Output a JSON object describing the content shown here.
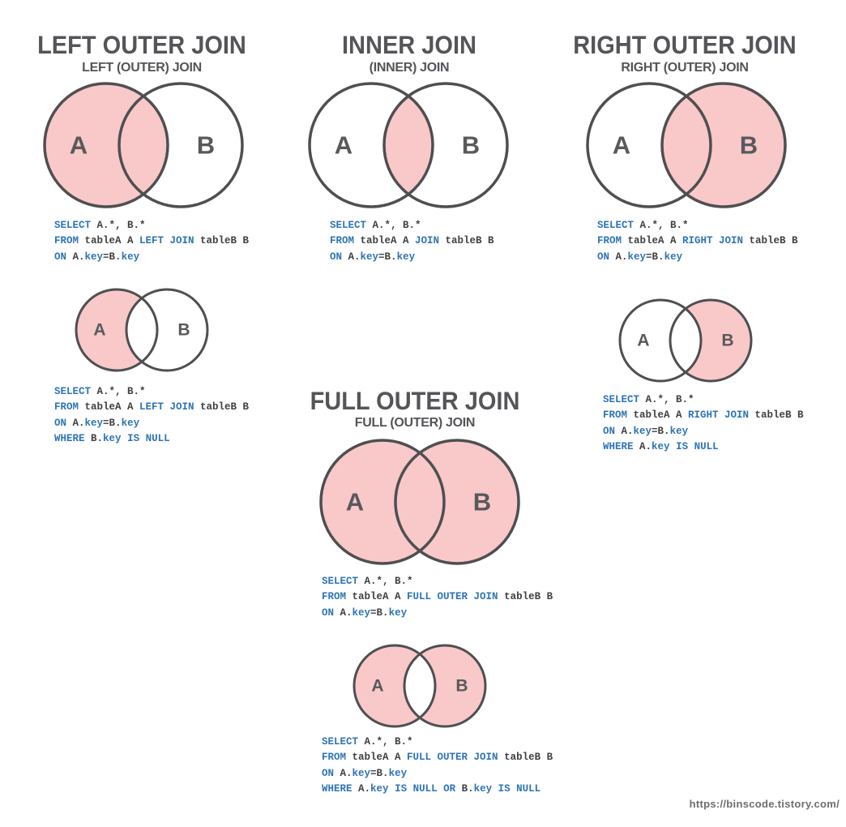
{
  "colors": {
    "pink": "#f9c8c9",
    "white": "#ffffff",
    "circle_stroke": "#4e4f51",
    "venn_label": "#58595b",
    "title": "#545559",
    "keyword_blue": "#2e74b5",
    "code_text": "#404040",
    "watermark": "#6d6e71"
  },
  "watermark": {
    "text": "https://binscode.tistory.com/"
  },
  "sections": [
    {
      "id": "left-outer-join",
      "title": "LEFT OUTER JOIN",
      "subtitle": "LEFT (OUTER) JOIN",
      "venn": {
        "size": "large",
        "shaded": "left",
        "label_a": "A",
        "label_b": "B"
      },
      "sql": [
        [
          {
            "t": "SELECT",
            "k": 1
          },
          {
            "t": " A.*, B.*",
            "k": 0
          }
        ],
        [
          {
            "t": "FROM",
            "k": 1
          },
          {
            "t": " tableA A ",
            "k": 0
          },
          {
            "t": "LEFT JOIN",
            "k": 1
          },
          {
            "t": " tableB B",
            "k": 0
          }
        ],
        [
          {
            "t": "ON",
            "k": 1
          },
          {
            "t": " A.",
            "k": 0
          },
          {
            "t": "key",
            "k": 1
          },
          {
            "t": "=B.",
            "k": 0
          },
          {
            "t": "key",
            "k": 1
          }
        ]
      ]
    },
    {
      "id": "inner-join",
      "title": "INNER JOIN",
      "subtitle": "(INNER) JOIN",
      "venn": {
        "size": "large",
        "shaded": "inner",
        "label_a": "A",
        "label_b": "B"
      },
      "sql": [
        [
          {
            "t": "SELECT",
            "k": 1
          },
          {
            "t": " A.*, B.*",
            "k": 0
          }
        ],
        [
          {
            "t": "FROM",
            "k": 1
          },
          {
            "t": " tableA A ",
            "k": 0
          },
          {
            "t": "JOIN",
            "k": 1
          },
          {
            "t": " tableB B",
            "k": 0
          }
        ],
        [
          {
            "t": "ON",
            "k": 1
          },
          {
            "t": " A.",
            "k": 0
          },
          {
            "t": "key",
            "k": 1
          },
          {
            "t": "=B.",
            "k": 0
          },
          {
            "t": "key",
            "k": 1
          }
        ]
      ]
    },
    {
      "id": "right-outer-join",
      "title": "RIGHT OUTER JOIN",
      "subtitle": "RIGHT (OUTER) JOIN",
      "venn": {
        "size": "large",
        "shaded": "right",
        "label_a": "A",
        "label_b": "B"
      },
      "sql": [
        [
          {
            "t": "SELECT",
            "k": 1
          },
          {
            "t": " A.*, B.*",
            "k": 0
          }
        ],
        [
          {
            "t": "FROM",
            "k": 1
          },
          {
            "t": " tableA A ",
            "k": 0
          },
          {
            "t": "RIGHT JOIN",
            "k": 1
          },
          {
            "t": " tableB B",
            "k": 0
          }
        ],
        [
          {
            "t": "ON",
            "k": 1
          },
          {
            "t": " A.",
            "k": 0
          },
          {
            "t": "key",
            "k": 1
          },
          {
            "t": "=B.",
            "k": 0
          },
          {
            "t": "key",
            "k": 1
          }
        ]
      ]
    },
    {
      "id": "left-anti-join",
      "venn": {
        "size": "small",
        "shaded": "left-anti",
        "label_a": "A",
        "label_b": "B"
      },
      "sql": [
        [
          {
            "t": "SELECT",
            "k": 1
          },
          {
            "t": " A.*, B.*",
            "k": 0
          }
        ],
        [
          {
            "t": "FROM",
            "k": 1
          },
          {
            "t": " tableA A ",
            "k": 0
          },
          {
            "t": "LEFT JOIN",
            "k": 1
          },
          {
            "t": " tableB B",
            "k": 0
          }
        ],
        [
          {
            "t": "ON",
            "k": 1
          },
          {
            "t": " A.",
            "k": 0
          },
          {
            "t": "key",
            "k": 1
          },
          {
            "t": "=B.",
            "k": 0
          },
          {
            "t": "key",
            "k": 1
          }
        ],
        [
          {
            "t": "WHERE",
            "k": 1
          },
          {
            "t": " B.",
            "k": 0
          },
          {
            "t": "key",
            "k": 1
          },
          {
            "t": " ",
            "k": 0
          },
          {
            "t": "IS NULL",
            "k": 1
          }
        ]
      ]
    },
    {
      "id": "full-outer-join",
      "title": "FULL OUTER JOIN",
      "subtitle": "FULL (OUTER) JOIN",
      "venn": {
        "size": "large",
        "shaded": "full",
        "label_a": "A",
        "label_b": "B"
      },
      "sql": [
        [
          {
            "t": "SELECT",
            "k": 1
          },
          {
            "t": " A.*, B.*",
            "k": 0
          }
        ],
        [
          {
            "t": "FROM",
            "k": 1
          },
          {
            "t": " tableA A ",
            "k": 0
          },
          {
            "t": "FULL OUTER JOIN",
            "k": 1
          },
          {
            "t": " tableB B",
            "k": 0
          }
        ],
        [
          {
            "t": "ON",
            "k": 1
          },
          {
            "t": " A.",
            "k": 0
          },
          {
            "t": "key",
            "k": 1
          },
          {
            "t": "=B.",
            "k": 0
          },
          {
            "t": "key",
            "k": 1
          }
        ]
      ]
    },
    {
      "id": "right-anti-join",
      "venn": {
        "size": "small",
        "shaded": "right-anti",
        "label_a": "A",
        "label_b": "B"
      },
      "sql": [
        [
          {
            "t": "SELECT",
            "k": 1
          },
          {
            "t": " A.*, B.*",
            "k": 0
          }
        ],
        [
          {
            "t": "FROM",
            "k": 1
          },
          {
            "t": " tableA A ",
            "k": 0
          },
          {
            "t": "RIGHT JOIN",
            "k": 1
          },
          {
            "t": " tableB B",
            "k": 0
          }
        ],
        [
          {
            "t": "ON",
            "k": 1
          },
          {
            "t": " A.",
            "k": 0
          },
          {
            "t": "key",
            "k": 1
          },
          {
            "t": "=B.",
            "k": 0
          },
          {
            "t": "key",
            "k": 1
          }
        ],
        [
          {
            "t": "WHERE",
            "k": 1
          },
          {
            "t": " A.",
            "k": 0
          },
          {
            "t": "key",
            "k": 1
          },
          {
            "t": " ",
            "k": 0
          },
          {
            "t": "IS NULL",
            "k": 1
          }
        ]
      ]
    },
    {
      "id": "full-anti-join",
      "venn": {
        "size": "small",
        "shaded": "full-anti",
        "label_a": "A",
        "label_b": "B"
      },
      "sql": [
        [
          {
            "t": "SELECT",
            "k": 1
          },
          {
            "t": " A.*, B.*",
            "k": 0
          }
        ],
        [
          {
            "t": "FROM",
            "k": 1
          },
          {
            "t": " tableA A ",
            "k": 0
          },
          {
            "t": "FULL OUTER JOIN",
            "k": 1
          },
          {
            "t": " tableB B",
            "k": 0
          }
        ],
        [
          {
            "t": "ON",
            "k": 1
          },
          {
            "t": " A.",
            "k": 0
          },
          {
            "t": "key",
            "k": 1
          },
          {
            "t": "=B.",
            "k": 0
          },
          {
            "t": "key",
            "k": 1
          }
        ],
        [
          {
            "t": "WHERE",
            "k": 1
          },
          {
            "t": " A.",
            "k": 0
          },
          {
            "t": "key",
            "k": 1
          },
          {
            "t": " ",
            "k": 0
          },
          {
            "t": "IS NULL",
            "k": 1
          },
          {
            "t": " ",
            "k": 0
          },
          {
            "t": "OR",
            "k": 1
          },
          {
            "t": " B.",
            "k": 0
          },
          {
            "t": "key",
            "k": 1
          },
          {
            "t": " ",
            "k": 0
          },
          {
            "t": "IS NULL",
            "k": 1
          }
        ]
      ]
    }
  ]
}
